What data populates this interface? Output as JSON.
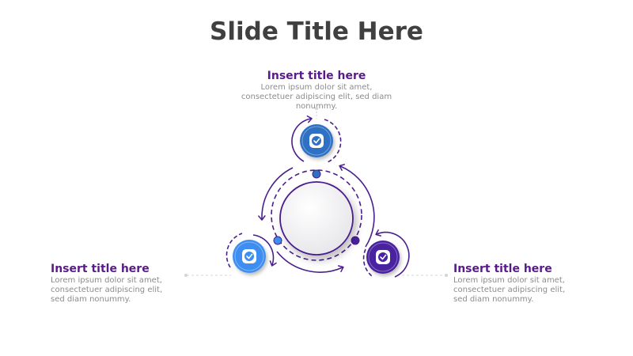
{
  "slide": {
    "title": "Slide Title Here"
  },
  "items": [
    {
      "title": "Insert title here",
      "body": "Lorem ipsum dolor sit amet, consectetuer adipiscing elit, sed diam nonummy.",
      "icon": "check-icon",
      "color": "#2f6fc4"
    },
    {
      "title": "Insert title here",
      "body": "Lorem ipsum dolor sit amet, consectetuer adipiscing elit, sed diam nonummy.",
      "icon": "check-icon",
      "color": "#3d8ef0"
    },
    {
      "title": "Insert title here",
      "body": "Lorem ipsum dolor sit amet, consectetuer adipiscing elit, sed diam nonummy.",
      "icon": "check-icon",
      "color": "#4a23a0"
    }
  ],
  "colors": {
    "accent": "#5a1a8c",
    "title": "#404040",
    "text": "#8c8c8c"
  }
}
